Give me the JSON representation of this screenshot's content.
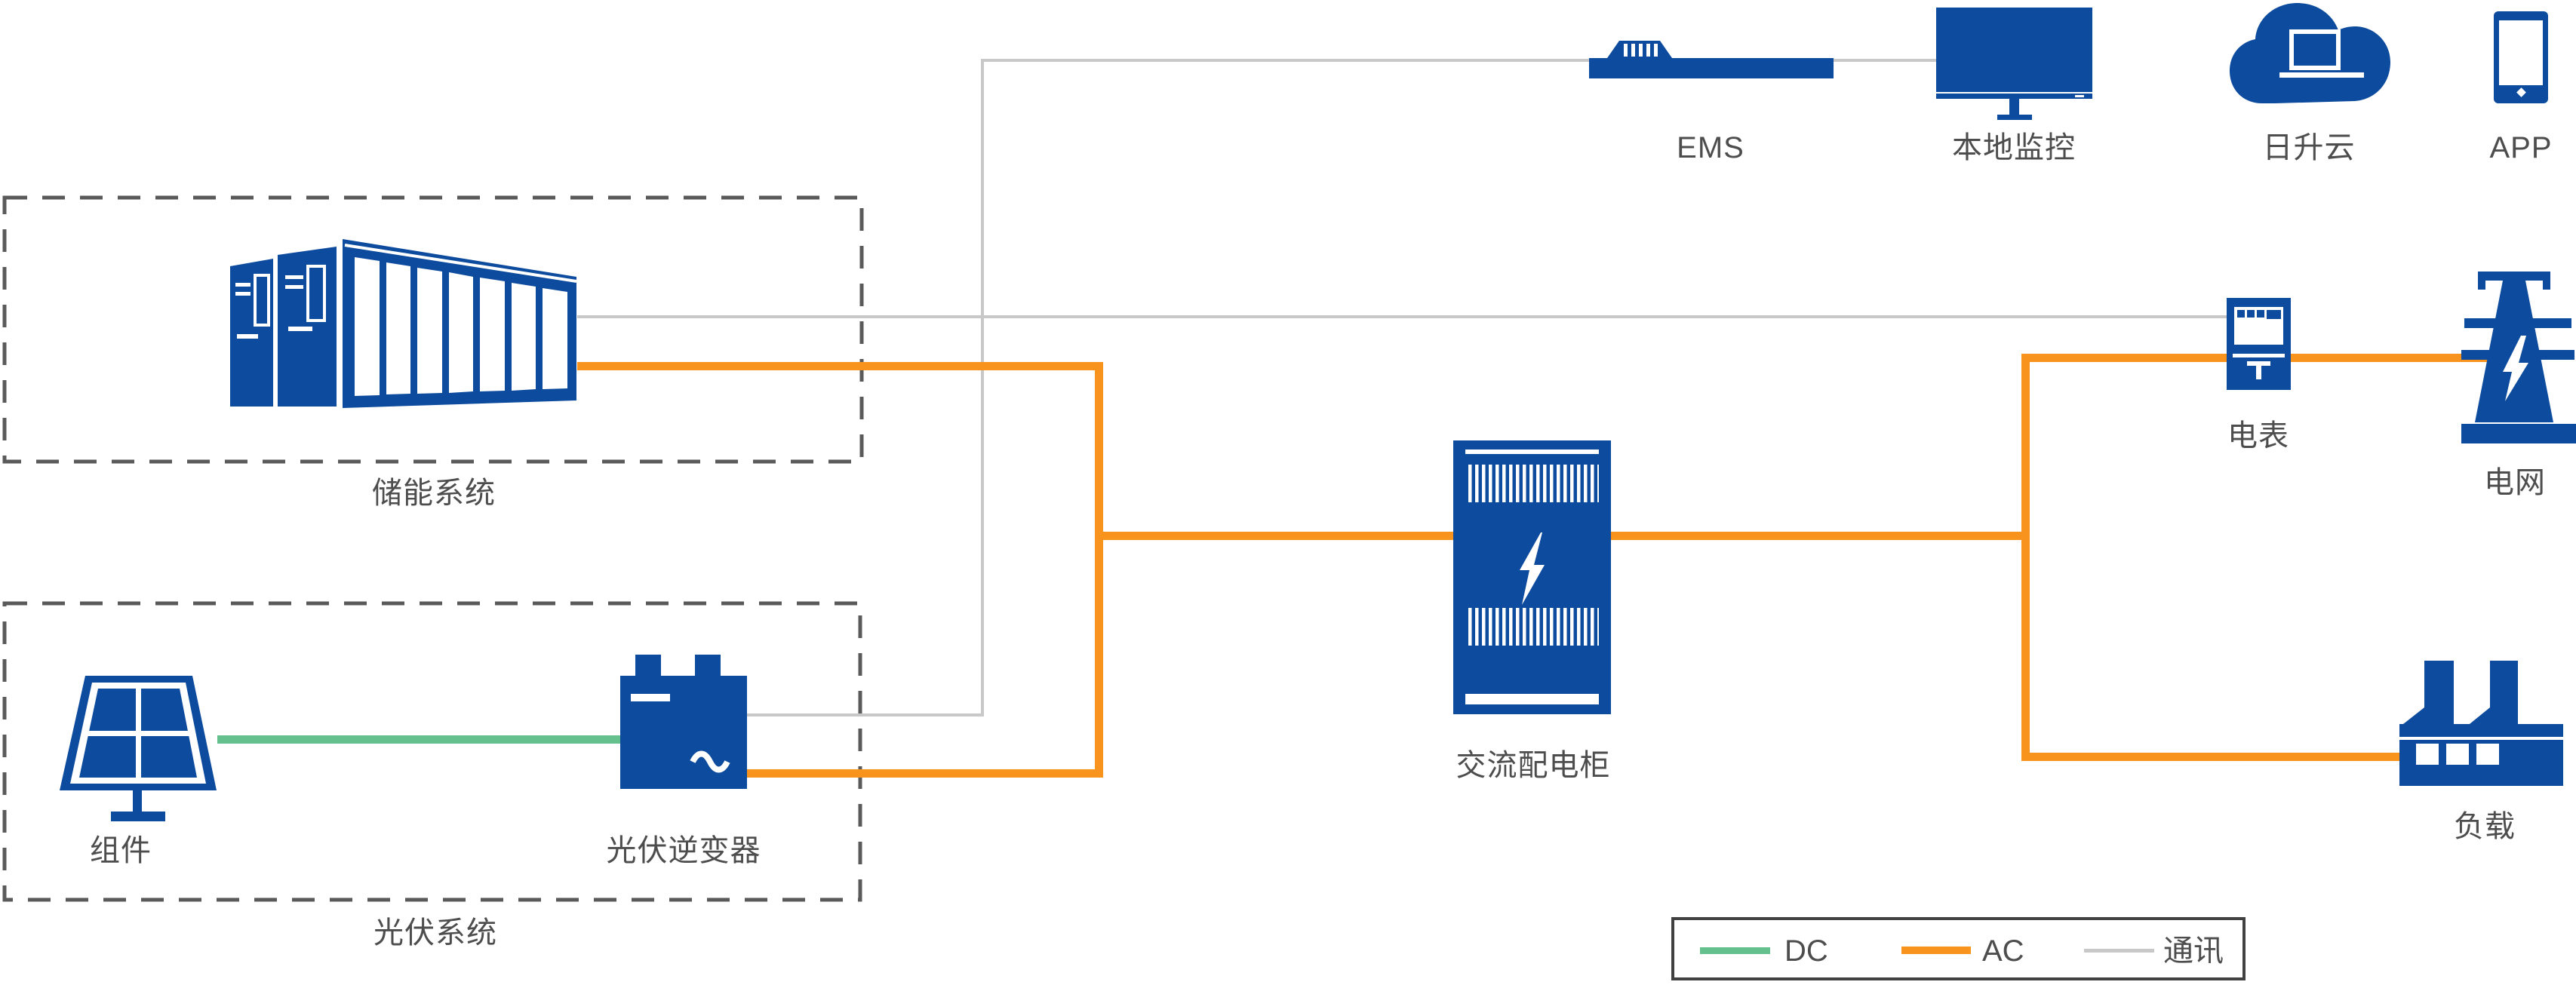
{
  "nodes": {
    "ems": {
      "label": "EMS",
      "icon": "ems-server-icon"
    },
    "local_monitor": {
      "label": "本地监控",
      "icon": "monitor-icon"
    },
    "cloud": {
      "label": "日升云",
      "icon": "cloud-laptop-icon"
    },
    "app": {
      "label": "APP",
      "icon": "smartphone-icon"
    },
    "storage_system": {
      "label": "储能系统",
      "icon": "battery-container-icon"
    },
    "pv_system": {
      "label": "光伏系统"
    },
    "pv_module": {
      "label": "组件",
      "icon": "solar-panel-icon"
    },
    "pv_inverter": {
      "label": "光伏逆变器",
      "icon": "inverter-icon"
    },
    "ac_cabinet": {
      "label": "交流配电柜",
      "icon": "distribution-cabinet-icon"
    },
    "meter": {
      "label": "电表",
      "icon": "power-meter-icon"
    },
    "grid": {
      "label": "电网",
      "icon": "transmission-tower-icon"
    },
    "load": {
      "label": "负载",
      "icon": "factory-icon"
    }
  },
  "legend": {
    "dc_label": "DC",
    "ac_label": "AC",
    "comm_label": "通讯"
  },
  "colors": {
    "icon_blue": "#0C4B9D",
    "ac_orange": "#F8941D",
    "dc_green": "#64C08C",
    "comm_gray": "#C8C8C8",
    "dashed_box_gray": "#5A5A5A",
    "legend_border_gray": "#414141",
    "label_text_gray": "#4D4D4D"
  }
}
